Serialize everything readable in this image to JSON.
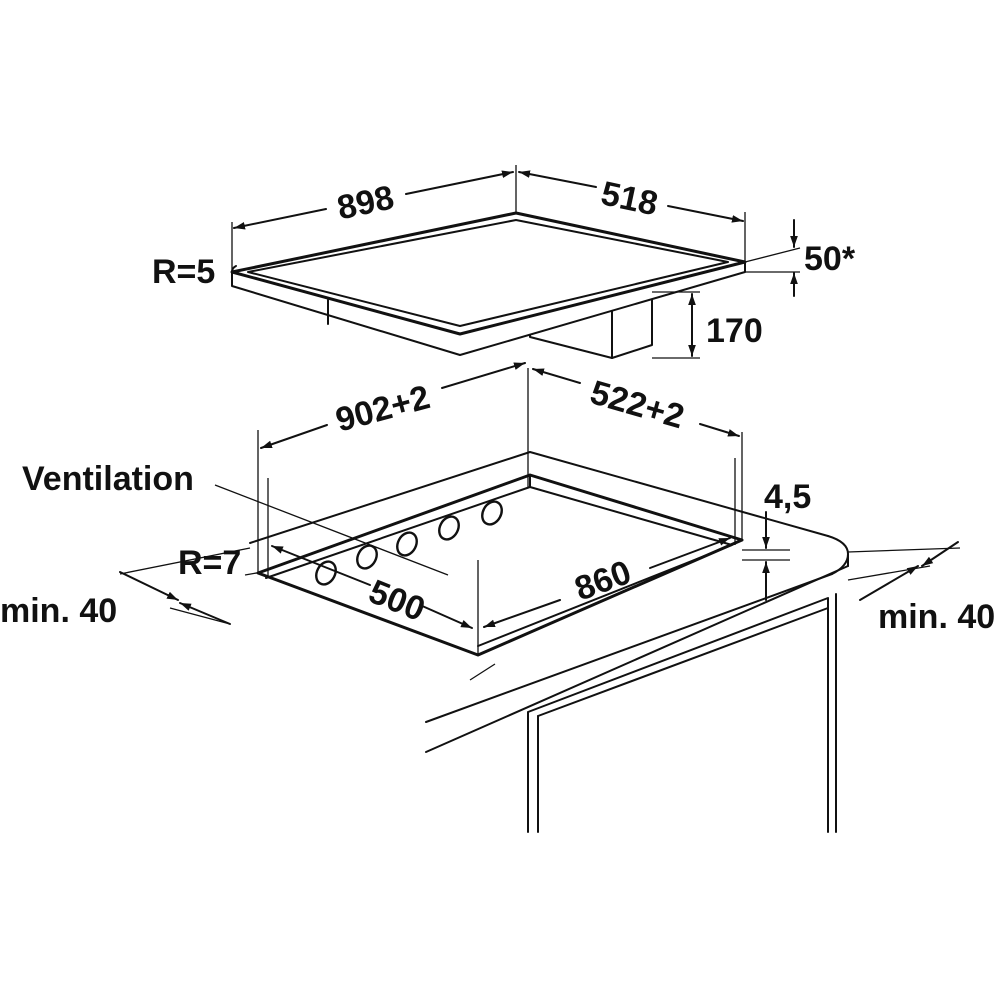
{
  "hob": {
    "width_label": "898",
    "depth_label": "518",
    "radius_label": "R=5",
    "thickness_label": "50*",
    "height_label": "170"
  },
  "cutout": {
    "width_label": "902+2",
    "depth_label": "522+2",
    "ventilation_label": "Ventilation",
    "radius_label": "R=7",
    "inner_depth_label": "500",
    "inner_width_label": "860",
    "offset_label": "4,5",
    "left_clearance_label": "min. 40",
    "right_clearance_label": "min. 40"
  }
}
